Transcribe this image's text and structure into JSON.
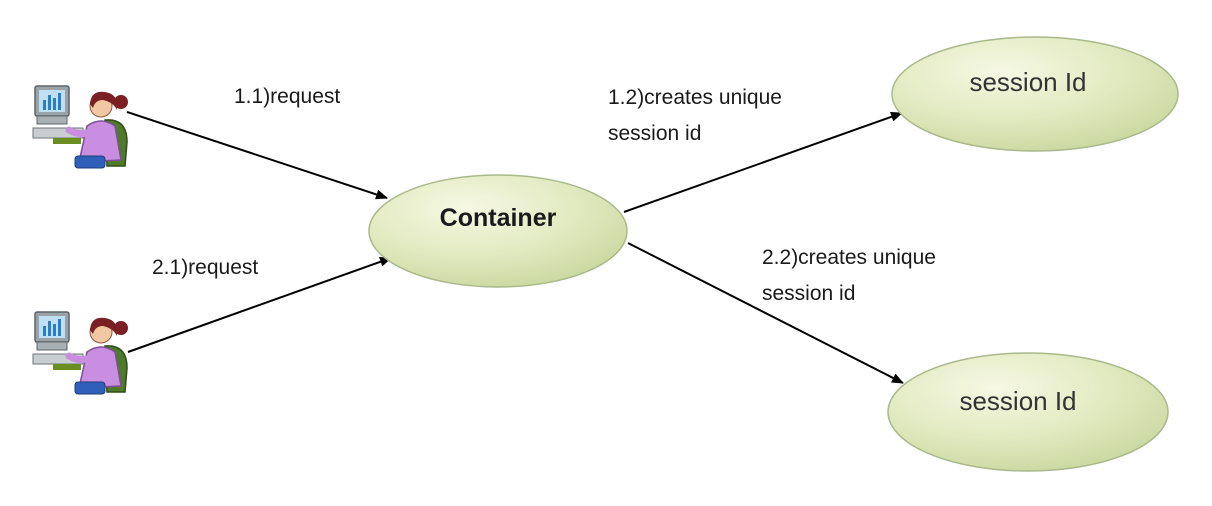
{
  "diagram": {
    "nodes": {
      "container": {
        "label": "Container"
      },
      "session_top": {
        "label": "session Id"
      },
      "session_bottom": {
        "label": "session Id"
      }
    },
    "edges": {
      "client1_to_container": {
        "label": "1.1)request"
      },
      "client2_to_container": {
        "label": "2.1)request"
      },
      "container_to_session_top": {
        "label": "1.2)creates unique\nsession id"
      },
      "container_to_session_bottom": {
        "label": "2.2)creates  unique\nsession id"
      }
    },
    "icons": {
      "client_1": "user-at-computer-icon",
      "client_2": "user-at-computer-icon"
    },
    "colors": {
      "ellipse_fill_light": "#f6f8e4",
      "ellipse_fill_dark": "#cfdca6",
      "ellipse_stroke": "#a9b98a",
      "arrow": "#000000"
    }
  }
}
